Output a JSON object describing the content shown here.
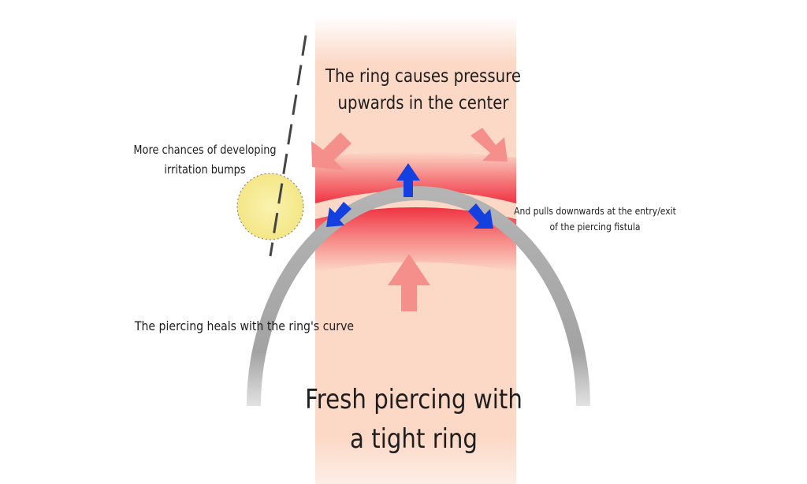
{
  "labels": {
    "top": [
      "The ring causes pressure",
      "upwards in the center"
    ],
    "bumps": [
      "More chances of developing",
      "irritation bumps"
    ],
    "pulls": [
      "And pulls downwards at the entry/exit",
      "of the piercing fistula"
    ],
    "heals": "The piercing heals with the ring's curve",
    "caption": [
      "Fresh piercing with",
      "a tight ring"
    ]
  },
  "colors": {
    "skin_band": "#fbd4c0",
    "inflammation": "#ef2b3c",
    "ring": "#a8a8a8",
    "bump": "#f5e98a",
    "pressure_arrow": "#f58f8c",
    "pull_arrow": "#1540e0"
  }
}
